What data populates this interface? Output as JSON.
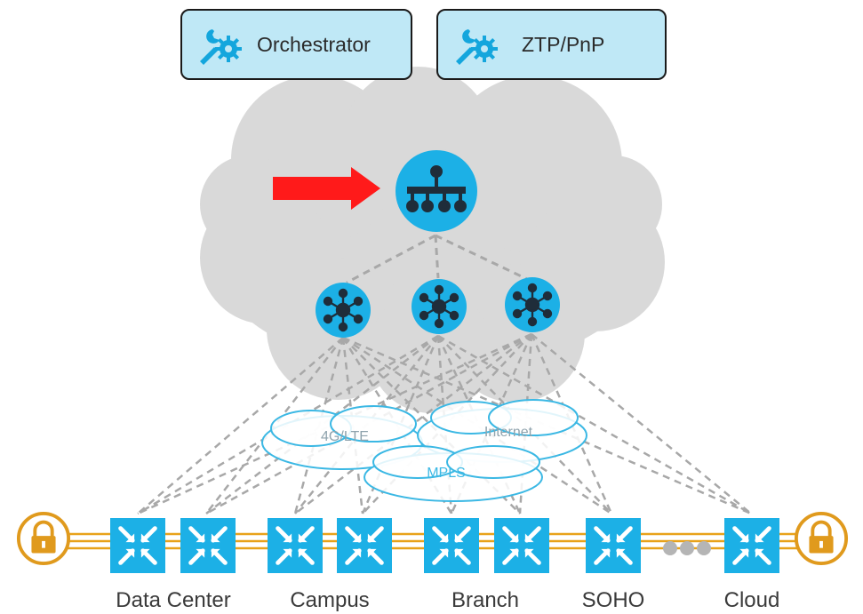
{
  "tools": [
    {
      "label": "Orchestrator",
      "icon": "wrench-gear-icon"
    },
    {
      "label": "ZTP/PnP",
      "icon": "wrench-gear-icon"
    }
  ],
  "controller": {
    "icon": "hierarchy-icon"
  },
  "transport_clouds": [
    {
      "label": "4G/LTE",
      "color": "#8fa3ad"
    },
    {
      "label": "Internet",
      "color": "#8fa3ad"
    },
    {
      "label": "MPLS",
      "color": "#3bb8e4"
    }
  ],
  "sites": [
    {
      "label": "Data Center"
    },
    {
      "label": "Campus"
    },
    {
      "label": "Branch"
    },
    {
      "label": "SOHO"
    },
    {
      "label": "Cloud"
    }
  ],
  "colors": {
    "accent": "#11b2e8",
    "arrow": "#ff1a1a",
    "cloud": "#d9d9d9",
    "tunnel": "#e8a21a",
    "box_fill": "#bfe8f6"
  }
}
